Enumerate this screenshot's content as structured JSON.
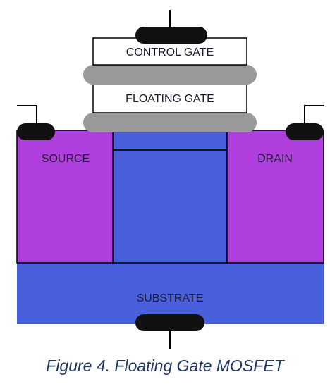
{
  "diagram": {
    "labels": {
      "control_gate": "CONTROL GATE",
      "floating_gate": "FLOATING GATE",
      "source": "SOURCE",
      "drain": "DRAIN",
      "substrate": "SUBSTRATE"
    },
    "colors": {
      "source_drain": "#b040dd",
      "substrate": "#4a5fdc",
      "oxide": "#9a9a9a",
      "contact": "#111111",
      "gate_box": "#ffffff",
      "outline": "#000000"
    }
  },
  "caption": "Figure 4. Floating Gate MOSFET"
}
